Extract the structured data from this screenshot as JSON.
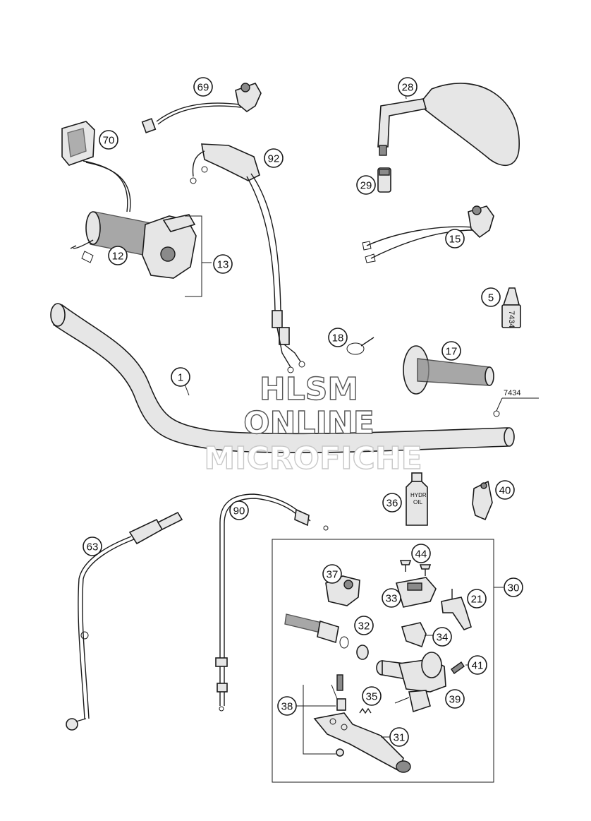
{
  "diagram": {
    "callouts": [
      {
        "id": "1",
        "label": "1"
      },
      {
        "id": "5",
        "label": "5"
      },
      {
        "id": "12",
        "label": "12"
      },
      {
        "id": "13",
        "label": "13"
      },
      {
        "id": "15",
        "label": "15"
      },
      {
        "id": "17",
        "label": "17"
      },
      {
        "id": "18",
        "label": "18"
      },
      {
        "id": "21",
        "label": "21"
      },
      {
        "id": "28",
        "label": "28"
      },
      {
        "id": "29",
        "label": "29"
      },
      {
        "id": "30",
        "label": "30"
      },
      {
        "id": "31",
        "label": "31"
      },
      {
        "id": "32",
        "label": "32"
      },
      {
        "id": "33",
        "label": "33"
      },
      {
        "id": "34",
        "label": "34"
      },
      {
        "id": "35",
        "label": "35"
      },
      {
        "id": "36",
        "label": "36"
      },
      {
        "id": "37",
        "label": "37"
      },
      {
        "id": "38",
        "label": "38"
      },
      {
        "id": "39",
        "label": "39"
      },
      {
        "id": "40",
        "label": "40"
      },
      {
        "id": "41",
        "label": "41"
      },
      {
        "id": "44",
        "label": "44"
      },
      {
        "id": "63",
        "label": "63"
      },
      {
        "id": "69",
        "label": "69"
      },
      {
        "id": "70",
        "label": "70"
      },
      {
        "id": "90",
        "label": "90"
      },
      {
        "id": "92",
        "label": "92"
      }
    ],
    "plain_labels": {
      "part_7434": "7434",
      "grip_code": "7434"
    },
    "bottle": {
      "line1": "HYDR",
      "line2": "OIL"
    }
  },
  "watermark": {
    "line1": "HLSM",
    "line2": "ONLINE",
    "line3": "MICROFICHE"
  },
  "colors": {
    "ink": "#1a1a1a",
    "part_fill": "#e6e6e6",
    "part_dark": "#8a8a8a",
    "background": "#ffffff"
  }
}
